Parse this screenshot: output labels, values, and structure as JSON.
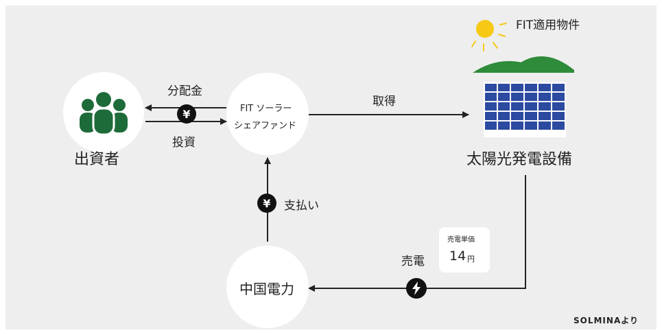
{
  "nodes": {
    "investor": {
      "label": "出資者"
    },
    "fund": {
      "line1": "FIT ソーラー",
      "line2": "シェアファンド"
    },
    "facility": {
      "label": "太陽光発電設備",
      "tag": "FIT適用物件"
    },
    "utility": {
      "label": "中国電力"
    }
  },
  "flows": {
    "dividend": "分配金",
    "investment": "投資",
    "acquire": "取得",
    "payment": "支払い",
    "sell_power": "売電"
  },
  "price": {
    "title": "売電単価",
    "value": "14",
    "unit": "円"
  },
  "icons": {
    "yen": "¥",
    "lightning": "lightning-icon"
  },
  "source": "SOLMINAより",
  "colors": {
    "background": "#eeeeee",
    "node": "#ffffff",
    "investor_green": "#1e6b3a",
    "panel_blue": "#2b4aa0",
    "hill_green": "#2e8b3a",
    "sun": "#f6c915",
    "arrow": "#222222"
  }
}
